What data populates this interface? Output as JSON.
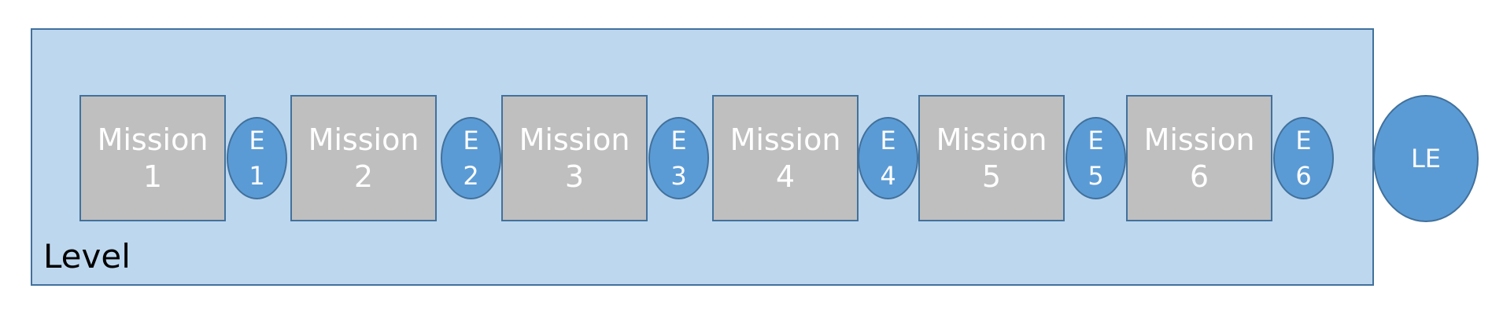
{
  "colors": {
    "level_fill": "#bdd7ee",
    "outline": "#41719c",
    "mission_fill": "#bfbfbf",
    "eval_fill": "#5b9bd5",
    "text_light": "#ffffff"
  },
  "level": {
    "label": "Level"
  },
  "missions": [
    {
      "word": "Mission",
      "number": "1"
    },
    {
      "word": "Mission",
      "number": "2"
    },
    {
      "word": "Mission",
      "number": "3"
    },
    {
      "word": "Mission",
      "number": "4"
    },
    {
      "word": "Mission",
      "number": "5"
    },
    {
      "word": "Mission",
      "number": "6"
    }
  ],
  "evaluations": [
    {
      "letter": "E",
      "number": "1"
    },
    {
      "letter": "E",
      "number": "2"
    },
    {
      "letter": "E",
      "number": "3"
    },
    {
      "letter": "E",
      "number": "4"
    },
    {
      "letter": "E",
      "number": "5"
    },
    {
      "letter": "E",
      "number": "6"
    }
  ],
  "level_evaluation": {
    "label": "LE"
  }
}
